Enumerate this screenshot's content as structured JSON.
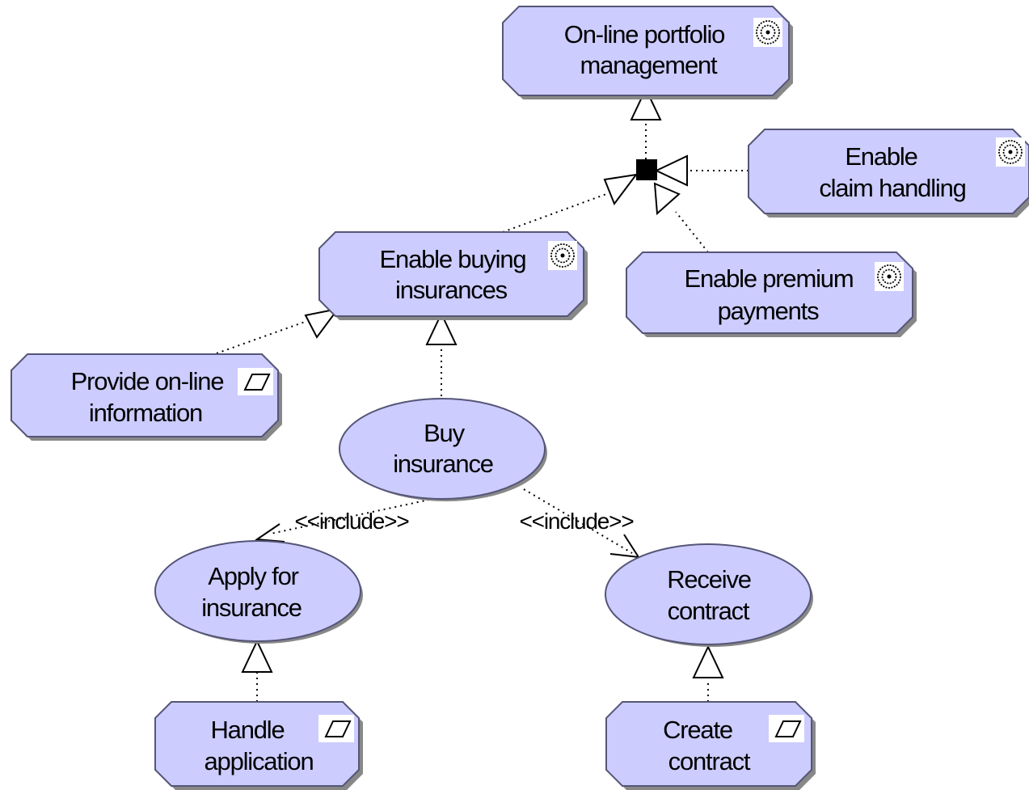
{
  "colors": {
    "node_fill": "#ccccff",
    "node_stroke": "#555577",
    "shadow": "#888888",
    "line": "#000000",
    "background": "#ffffff"
  },
  "nodes": {
    "online_portfolio": {
      "line1": "On-line  portfolio",
      "line2": "management",
      "shape": "goal",
      "icon": "target-icon"
    },
    "claim_handling": {
      "line1": "Enable",
      "line2": "claim handling",
      "shape": "goal",
      "icon": "target-icon"
    },
    "buying_insurances": {
      "line1": "Enable buying",
      "line2": "insurances",
      "shape": "goal",
      "icon": "target-icon"
    },
    "premium_payments": {
      "line1": "Enable premium",
      "line2": "payments",
      "shape": "goal",
      "icon": "target-icon"
    },
    "online_information": {
      "line1": "Provide on-line",
      "line2": "information",
      "shape": "service",
      "icon": "parallelogram-icon"
    },
    "buy_insurance": {
      "line1": "Buy",
      "line2": "insurance",
      "shape": "use-case"
    },
    "apply_insurance": {
      "line1": "Apply for",
      "line2": "insurance",
      "shape": "use-case"
    },
    "receive_contract": {
      "line1": "Receive",
      "line2": "contract",
      "shape": "use-case"
    },
    "handle_application": {
      "line1": "Handle",
      "line2": "application",
      "shape": "service",
      "icon": "parallelogram-icon"
    },
    "create_contract": {
      "line1": "Create",
      "line2": "contract",
      "shape": "service",
      "icon": "parallelogram-icon"
    }
  },
  "relations": {
    "include_left": "<<include>>",
    "include_right": "<<include>>"
  }
}
